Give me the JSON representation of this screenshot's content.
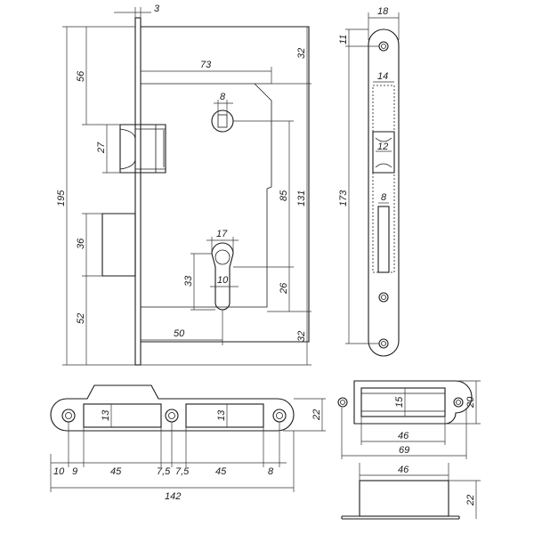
{
  "drawing": {
    "side_view": {
      "d3": "3",
      "d73": "73",
      "d8_spindle": "8",
      "d32_top": "32",
      "d56": "56",
      "d27": "27",
      "d195": "195",
      "d85": "85",
      "d131": "131",
      "d36": "36",
      "d17": "17",
      "d33": "33",
      "d10": "10",
      "d26": "26",
      "d52": "52",
      "d50": "50",
      "d32_bottom": "32"
    },
    "faceplate": {
      "d18": "18",
      "d11": "11",
      "d14": "14",
      "d173": "173",
      "d12": "12",
      "d8": "8"
    },
    "strike_plate": {
      "d13_left": "13",
      "d13_right": "13",
      "d22": "22",
      "d10": "10",
      "d9": "9",
      "d45_left": "45",
      "d7_5_left": "7,5",
      "d7_5_right": "7,5",
      "d45_right": "45",
      "d8": "8",
      "d142": "142"
    },
    "strike_box_front": {
      "d15": "15",
      "d20": "20",
      "d46": "46",
      "d69": "69"
    },
    "strike_box_side": {
      "d46": "46",
      "d22": "22"
    }
  }
}
